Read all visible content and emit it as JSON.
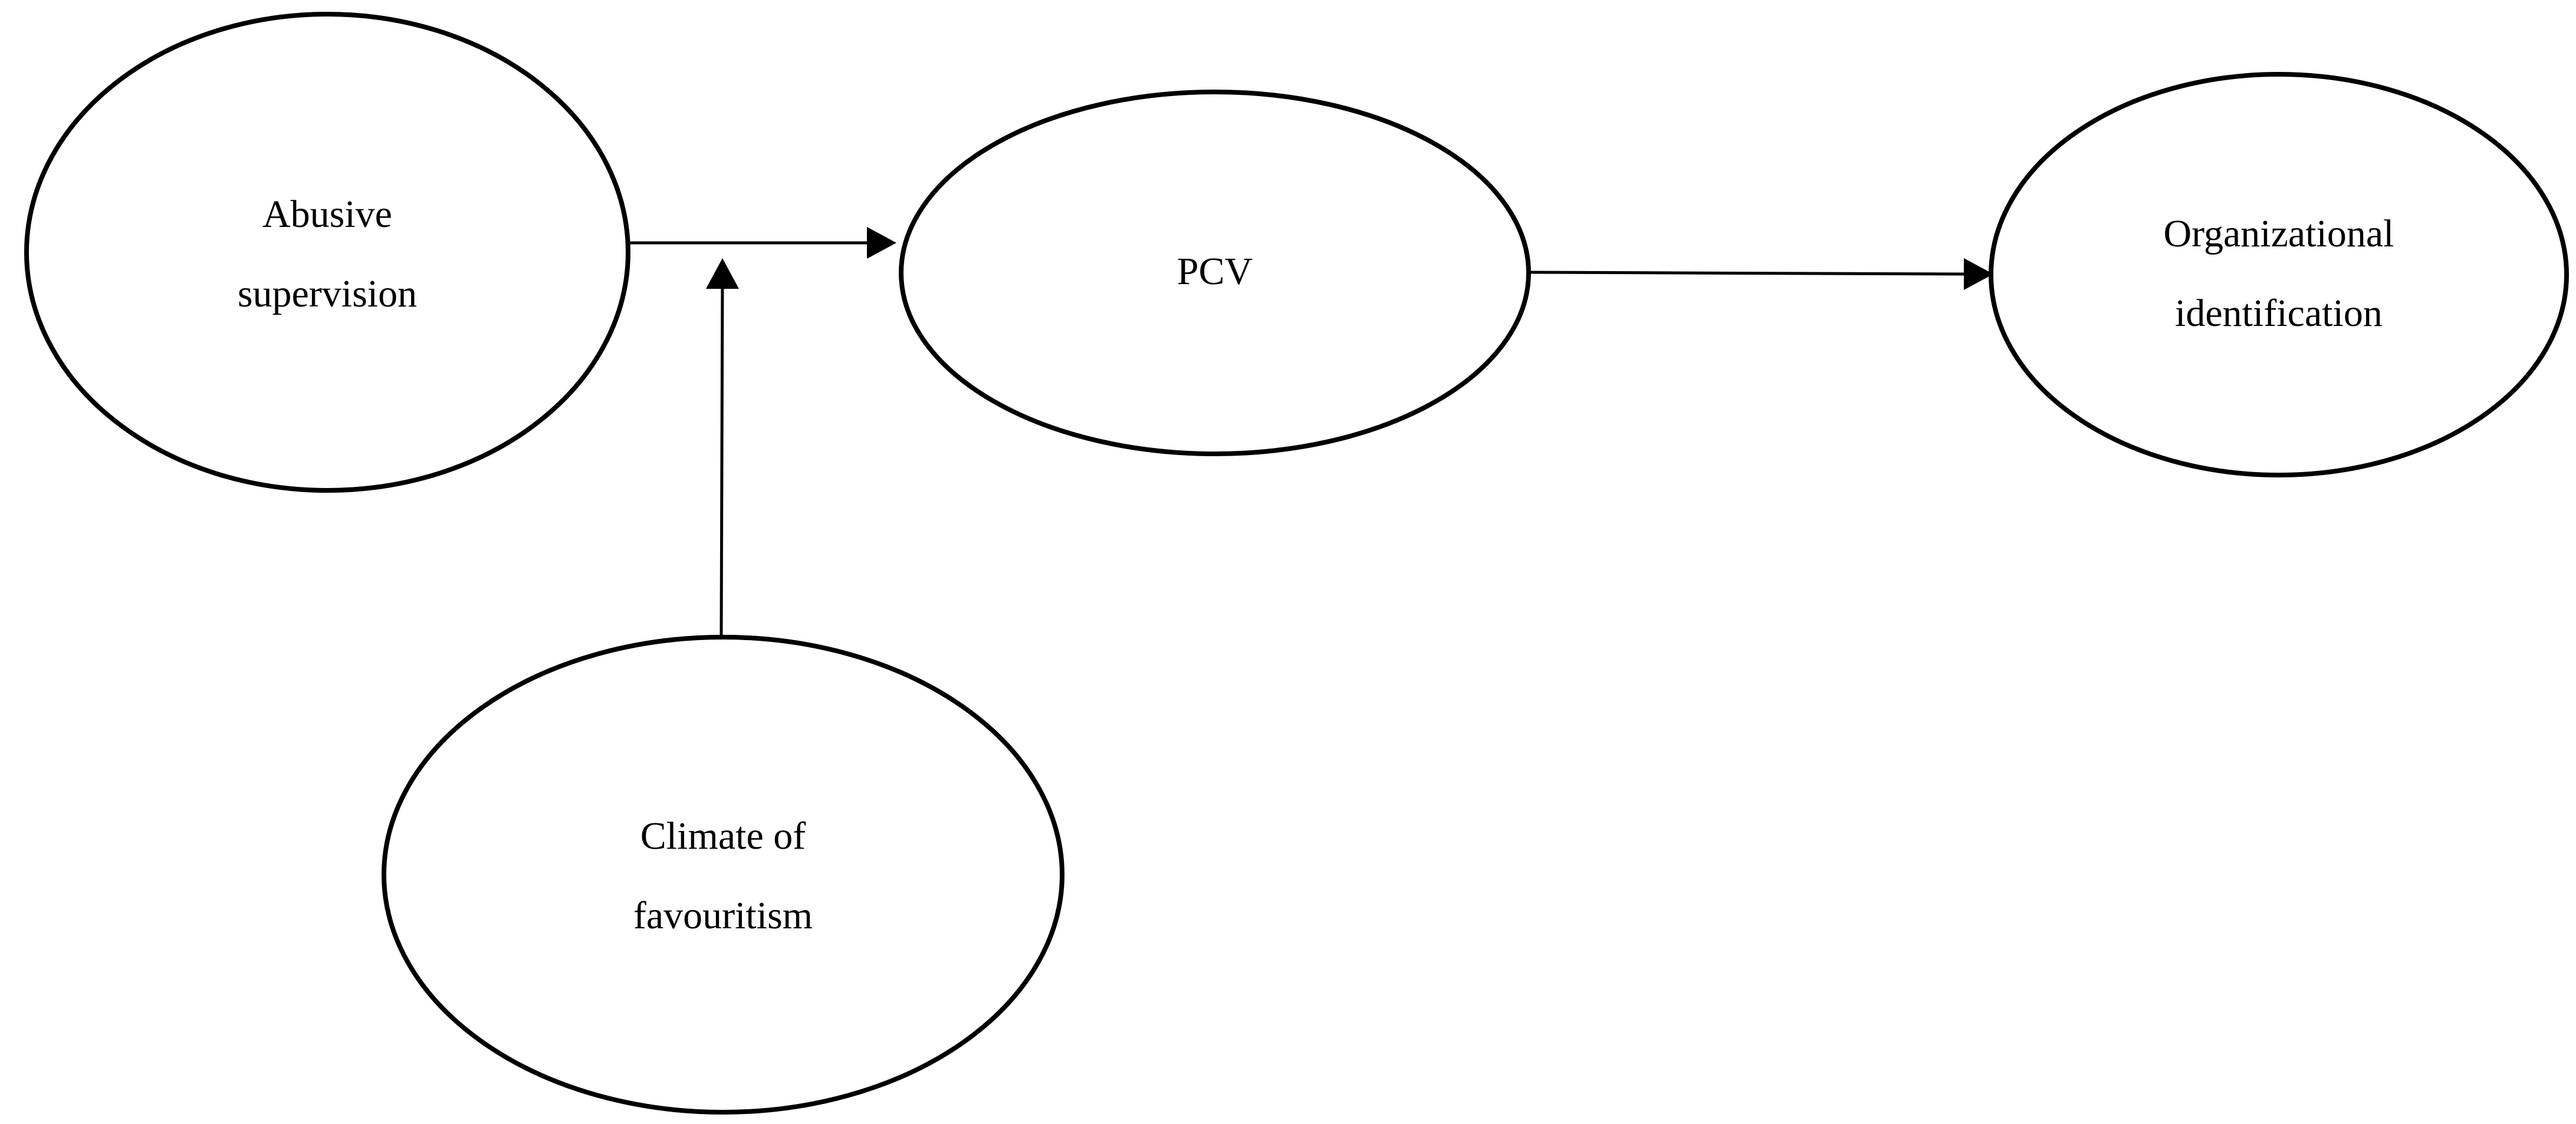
{
  "diagram": {
    "nodes": {
      "abusive_supervision": {
        "line1": "Abusive",
        "line2": "supervision"
      },
      "pcv": {
        "label": "PCV"
      },
      "organizational_identification": {
        "line1": "Organizational",
        "line2": "identification"
      },
      "climate_of_favouritism": {
        "line1": "Climate of",
        "line2": "favouritism"
      }
    },
    "edges": [
      {
        "from": "Abusive supervision",
        "to": "PCV"
      },
      {
        "from": "PCV",
        "to": "Organizational identification"
      },
      {
        "from": "Climate of favouritism",
        "to": "Abusive supervision → PCV"
      }
    ]
  }
}
